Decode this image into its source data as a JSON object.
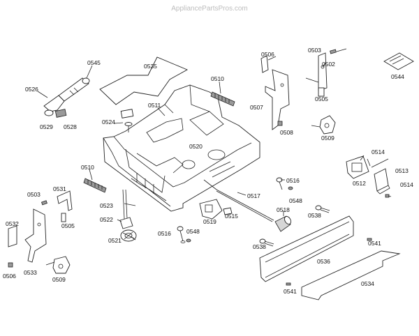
{
  "watermark": "AppliancePartsPros.com",
  "labels": {
    "p0503a": "0503",
    "p0502": "0502",
    "p0544": "0544",
    "p0506a": "0506",
    "p0505a": "0505",
    "p0507": "0507",
    "p0508a": "0508",
    "p0509a": "0509",
    "p0545": "0545",
    "p0535": "0535",
    "p0510a": "0510",
    "p0526": "0526",
    "p0529": "0529",
    "p0528": "0528",
    "p0511": "0511",
    "p0524": "0524",
    "p0520": "0520",
    "p0514a": "0514",
    "p0513": "0513",
    "p0512": "0512",
    "p0514b": "0514",
    "p0510b": "0510",
    "p0516a": "0516",
    "p0531": "0531",
    "p0503b": "0503",
    "p0517": "0517",
    "p0548a": "0548",
    "p0523": "0523",
    "p0518": "0518",
    "p0538a": "0538",
    "p0532": "0532",
    "p0505b": "0505",
    "p0522": "0522",
    "p0519": "0519",
    "p0515": "0515",
    "p0521": "0521",
    "p0516b": "0516",
    "p0548b": "0548",
    "p0538b": "0538",
    "p0541a": "0541",
    "p0536": "0536",
    "p0506b": "0506",
    "p0533": "0533",
    "p0509b": "0509",
    "p0541b": "0541",
    "p0534": "0534"
  }
}
